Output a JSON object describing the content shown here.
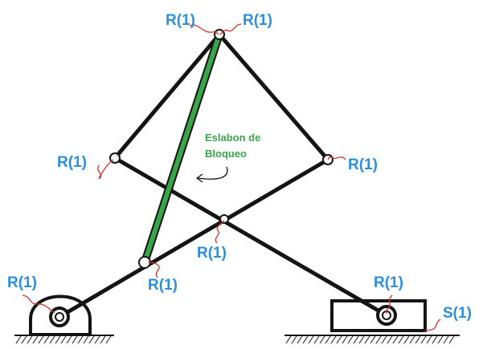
{
  "labels": {
    "top_left": "R(1)",
    "top_right": "R(1)",
    "left_joint": "R(1)",
    "right_joint": "R(1)",
    "center_joint": "R(1)",
    "lower_link_joint": "R(1)",
    "fixed_pivot": "R(1)",
    "slider_pivot": "R(1)",
    "slider_contact": "S(1)"
  },
  "lock_label": {
    "line1": "Eslabon de",
    "line2": "Bloqueo"
  },
  "colors": {
    "label": "#2b8fe0",
    "lock_link": "#3aa64a",
    "leader": "#d9302f",
    "link": "#141414"
  }
}
